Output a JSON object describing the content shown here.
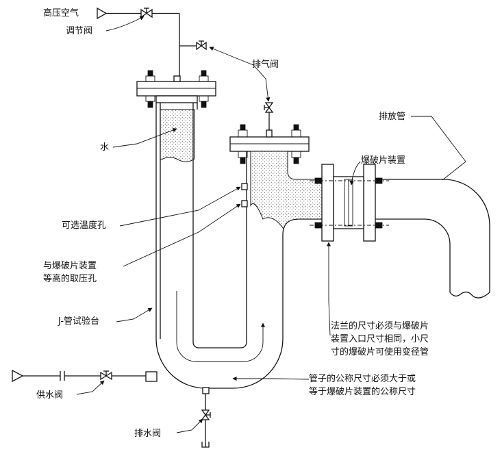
{
  "labels": {
    "high_pressure_air": "高压空气",
    "regulating_valve": "调节阀",
    "vent_valve": "排气阀",
    "discharge_pipe": "排放管",
    "water": "水",
    "rupture_disc_device": "爆破片装置",
    "optional_temp_hole": "可选温度孔",
    "pressure_tap_line1": "与爆破片装置",
    "pressure_tap_line2": "等高的取压孔",
    "j_tube_test_rig": "J-管试验台",
    "water_supply_valve": "供水阀",
    "drain_valve": "排水阀"
  },
  "notes": {
    "flange": [
      "法兰的尺寸必须与爆破片",
      "装置入口尺寸相同，小尺",
      "寸的爆破片可使用变径管"
    ],
    "pipe": [
      "管子的公称尺寸必须大于或",
      "等于爆破片装置的公称尺寸"
    ]
  },
  "colors": {
    "line": "#111111",
    "background": "#ffffff"
  }
}
